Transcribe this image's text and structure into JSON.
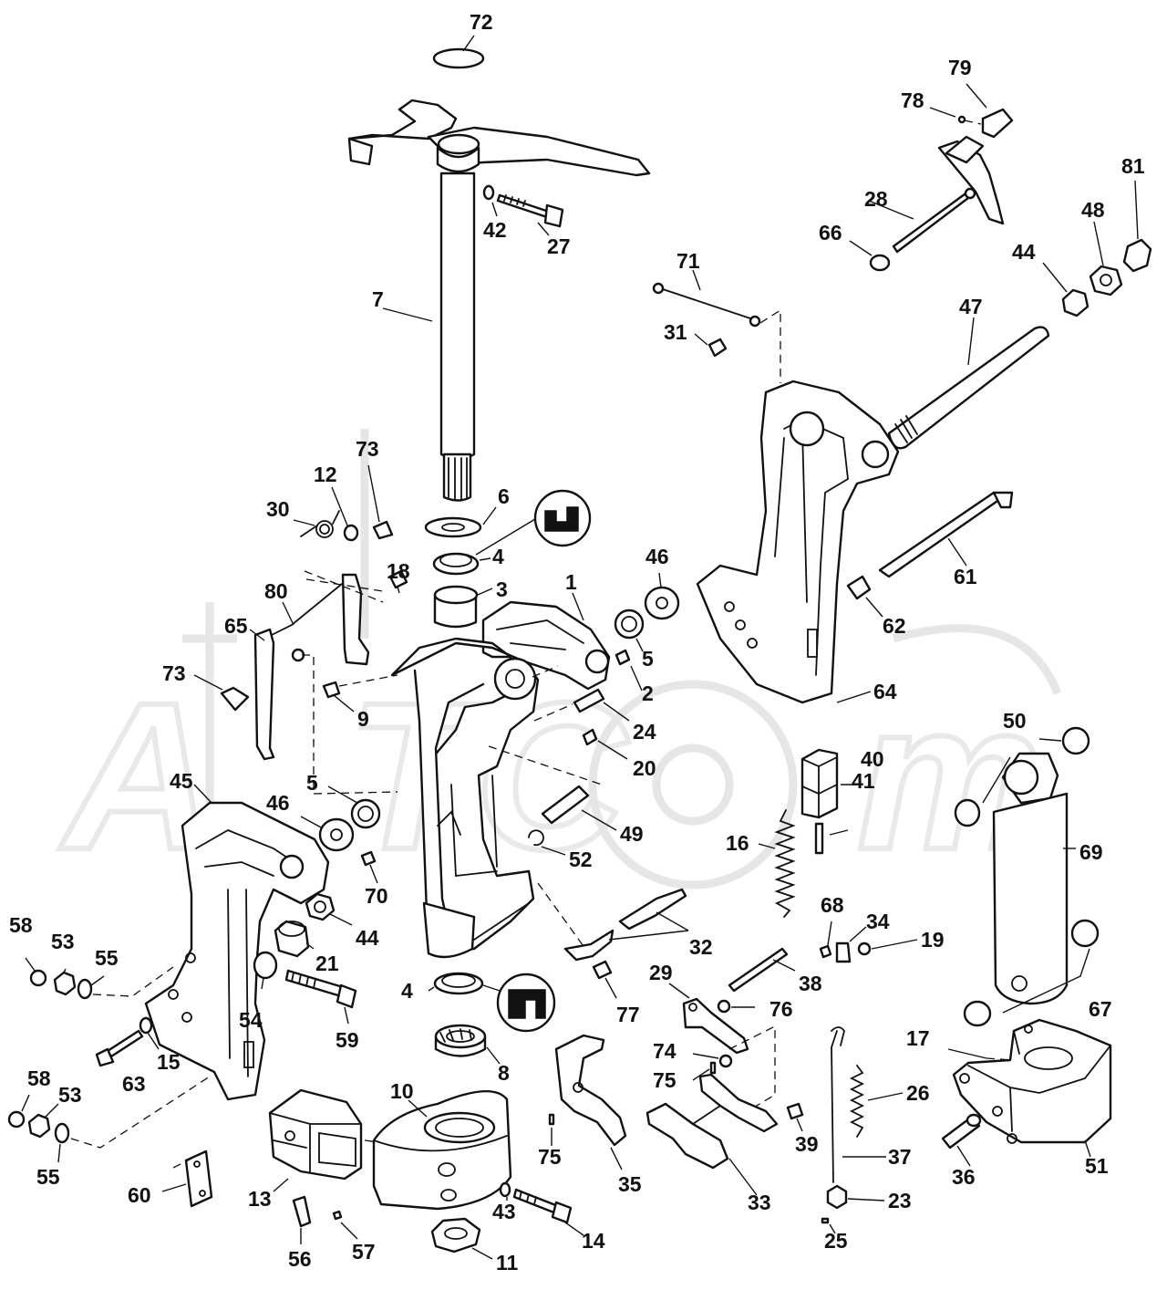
{
  "labels": [
    {
      "id": "72",
      "text": "72"
    },
    {
      "id": "79",
      "text": "79"
    },
    {
      "id": "78",
      "text": "78"
    },
    {
      "id": "81",
      "text": "81"
    },
    {
      "id": "42",
      "text": "42"
    },
    {
      "id": "27",
      "text": "27"
    },
    {
      "id": "28",
      "text": "28"
    },
    {
      "id": "48",
      "text": "48"
    },
    {
      "id": "66",
      "text": "66"
    },
    {
      "id": "44a",
      "text": "44"
    },
    {
      "id": "71",
      "text": "71"
    },
    {
      "id": "7",
      "text": "7"
    },
    {
      "id": "47",
      "text": "47"
    },
    {
      "id": "31",
      "text": "31"
    },
    {
      "id": "73a",
      "text": "73"
    },
    {
      "id": "12",
      "text": "12"
    },
    {
      "id": "30",
      "text": "30"
    },
    {
      "id": "6",
      "text": "6"
    },
    {
      "id": "4a",
      "text": "4"
    },
    {
      "id": "46a",
      "text": "46"
    },
    {
      "id": "3",
      "text": "3"
    },
    {
      "id": "1",
      "text": "1"
    },
    {
      "id": "18",
      "text": "18"
    },
    {
      "id": "80",
      "text": "80"
    },
    {
      "id": "61",
      "text": "61"
    },
    {
      "id": "65",
      "text": "65"
    },
    {
      "id": "5a",
      "text": "5"
    },
    {
      "id": "62",
      "text": "62"
    },
    {
      "id": "2",
      "text": "2"
    },
    {
      "id": "73b",
      "text": "73"
    },
    {
      "id": "64",
      "text": "64"
    },
    {
      "id": "24",
      "text": "24"
    },
    {
      "id": "9",
      "text": "9"
    },
    {
      "id": "40",
      "text": "40"
    },
    {
      "id": "50",
      "text": "50"
    },
    {
      "id": "20",
      "text": "20"
    },
    {
      "id": "45",
      "text": "45"
    },
    {
      "id": "5b",
      "text": "5"
    },
    {
      "id": "41",
      "text": "41"
    },
    {
      "id": "46b",
      "text": "46"
    },
    {
      "id": "49",
      "text": "49"
    },
    {
      "id": "16",
      "text": "16"
    },
    {
      "id": "69",
      "text": "69"
    },
    {
      "id": "52",
      "text": "52"
    },
    {
      "id": "70",
      "text": "70"
    },
    {
      "id": "68",
      "text": "68"
    },
    {
      "id": "58a",
      "text": "58"
    },
    {
      "id": "44b",
      "text": "44"
    },
    {
      "id": "34",
      "text": "34"
    },
    {
      "id": "53a",
      "text": "53"
    },
    {
      "id": "19",
      "text": "19"
    },
    {
      "id": "55a",
      "text": "55"
    },
    {
      "id": "32",
      "text": "32"
    },
    {
      "id": "21",
      "text": "21"
    },
    {
      "id": "38",
      "text": "38"
    },
    {
      "id": "29",
      "text": "29"
    },
    {
      "id": "54",
      "text": "54"
    },
    {
      "id": "4b",
      "text": "4"
    },
    {
      "id": "76",
      "text": "76"
    },
    {
      "id": "67",
      "text": "67"
    },
    {
      "id": "77",
      "text": "77"
    },
    {
      "id": "59",
      "text": "59"
    },
    {
      "id": "15",
      "text": "15"
    },
    {
      "id": "17",
      "text": "17"
    },
    {
      "id": "74",
      "text": "74"
    },
    {
      "id": "63",
      "text": "63"
    },
    {
      "id": "8",
      "text": "8"
    },
    {
      "id": "75a",
      "text": "75"
    },
    {
      "id": "26",
      "text": "26"
    },
    {
      "id": "58b",
      "text": "58"
    },
    {
      "id": "53b",
      "text": "53"
    },
    {
      "id": "10",
      "text": "10"
    },
    {
      "id": "55b",
      "text": "55"
    },
    {
      "id": "37",
      "text": "37"
    },
    {
      "id": "75b",
      "text": "75"
    },
    {
      "id": "35",
      "text": "35"
    },
    {
      "id": "39",
      "text": "39"
    },
    {
      "id": "51",
      "text": "51"
    },
    {
      "id": "36",
      "text": "36"
    },
    {
      "id": "60",
      "text": "60"
    },
    {
      "id": "13",
      "text": "13"
    },
    {
      "id": "33",
      "text": "33"
    },
    {
      "id": "23",
      "text": "23"
    },
    {
      "id": "43",
      "text": "43"
    },
    {
      "id": "14",
      "text": "14"
    },
    {
      "id": "25",
      "text": "25"
    },
    {
      "id": "56",
      "text": "56"
    },
    {
      "id": "57",
      "text": "57"
    },
    {
      "id": "11",
      "text": "11"
    }
  ]
}
